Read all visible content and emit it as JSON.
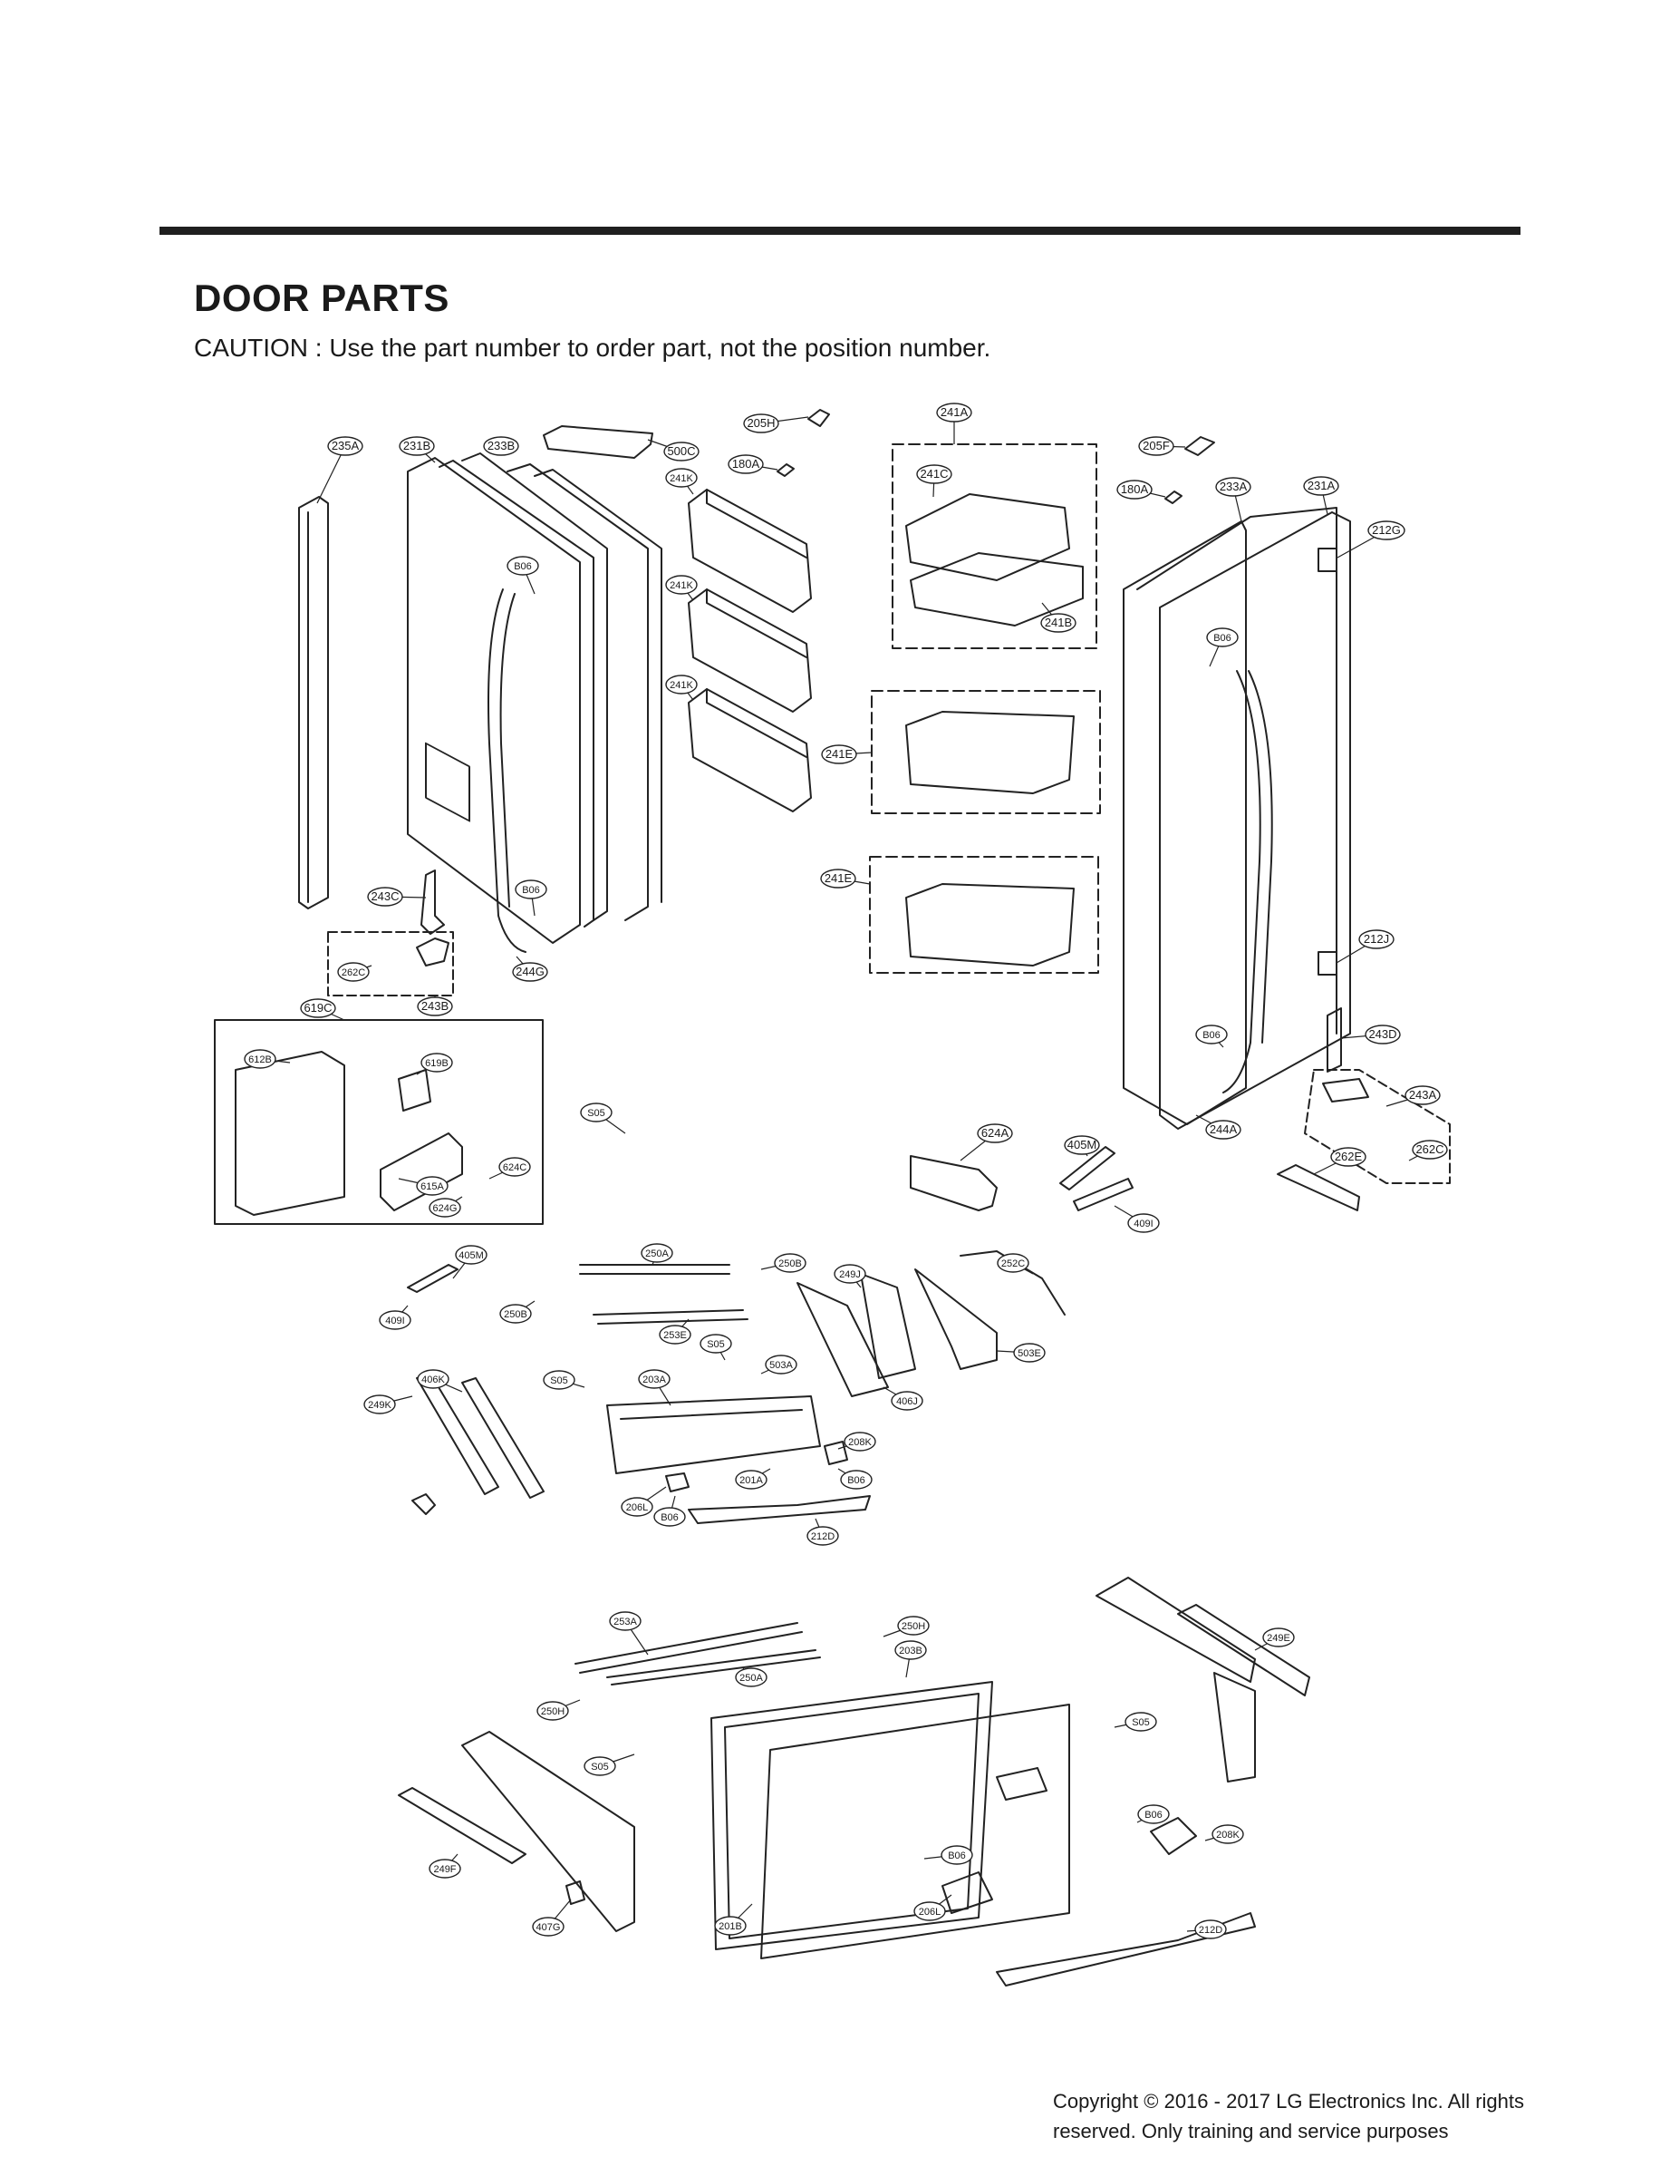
{
  "header": {
    "title": "DOOR PARTS",
    "caution": "CAUTION : Use the part number to order part, not the position number."
  },
  "callouts": [
    "235A",
    "231B",
    "233B",
    "500C",
    "205H",
    "180A",
    "241K",
    "241K",
    "241K",
    "241A",
    "241C",
    "241B",
    "205F",
    "180A",
    "233A",
    "231A",
    "212G",
    "B06",
    "B06",
    "241E",
    "241E",
    "243C",
    "B06",
    "262C",
    "244G",
    "243B",
    "212J",
    "243D",
    "B06",
    "619C",
    "612B",
    "619B",
    "S05",
    "624A",
    "405M",
    "243A",
    "244A",
    "262C",
    "262E",
    "615A",
    "624C",
    "624G",
    "409I",
    "405M",
    "250A",
    "250B",
    "249J",
    "252C",
    "409I",
    "250B",
    "253E",
    "S05",
    "503A",
    "503E",
    "406K",
    "S05",
    "203A",
    "406J",
    "249K",
    "208K",
    "B06",
    "201A",
    "206L",
    "B06",
    "212D",
    "253A",
    "250H",
    "203B",
    "249E",
    "250A",
    "250H",
    "S05",
    "S05",
    "B06",
    "208K",
    "249F",
    "B06",
    "407G",
    "201B",
    "206L",
    "212D"
  ],
  "footer": {
    "copyright_line1": "Copyright © 2016 - 2017 LG Electronics Inc. All rights",
    "copyright_line2": "reserved. Only training and service purposes"
  }
}
